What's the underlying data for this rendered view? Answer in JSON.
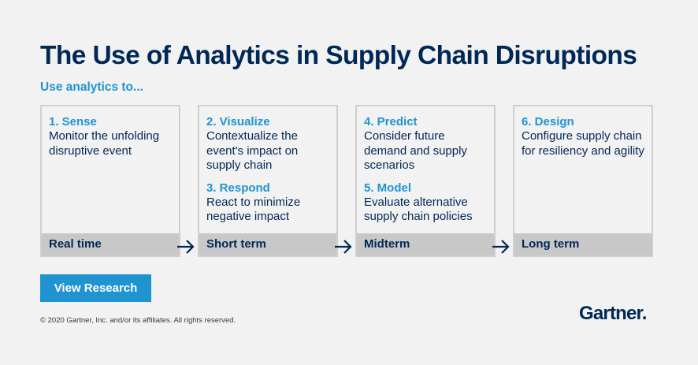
{
  "title": "The Use of Analytics in Supply Chain Disruptions",
  "subtitle": "Use analytics to...",
  "columns": [
    {
      "steps": [
        {
          "title": "1. Sense",
          "desc": "Monitor the unfolding disruptive event"
        }
      ],
      "timeframe": "Real time"
    },
    {
      "steps": [
        {
          "title": "2. Visualize",
          "desc": "Contextualize the event's impact on supply chain"
        },
        {
          "title": "3. Respond",
          "desc": "React to minimize negative impact"
        }
      ],
      "timeframe": "Short term"
    },
    {
      "steps": [
        {
          "title": "4. Predict",
          "desc": "Consider future demand and supply scenarios"
        },
        {
          "title": "5. Model",
          "desc": "Evaluate alternative supply chain policies"
        }
      ],
      "timeframe": "Midterm"
    },
    {
      "steps": [
        {
          "title": "6. Design",
          "desc": "Configure supply chain for resiliency and agility"
        }
      ],
      "timeframe": "Long term"
    }
  ],
  "cta_label": "View Research",
  "copyright": "© 2020 Gartner, Inc. and/or its affiliates. All rights reserved.",
  "logo_text": "Gartner.",
  "colors": {
    "navy": "#002856",
    "accent": "#1f94d1",
    "footer_bg": "#c8c8c8",
    "background": "#f2f2f2"
  },
  "icons": [
    "arrow-right-icon"
  ]
}
